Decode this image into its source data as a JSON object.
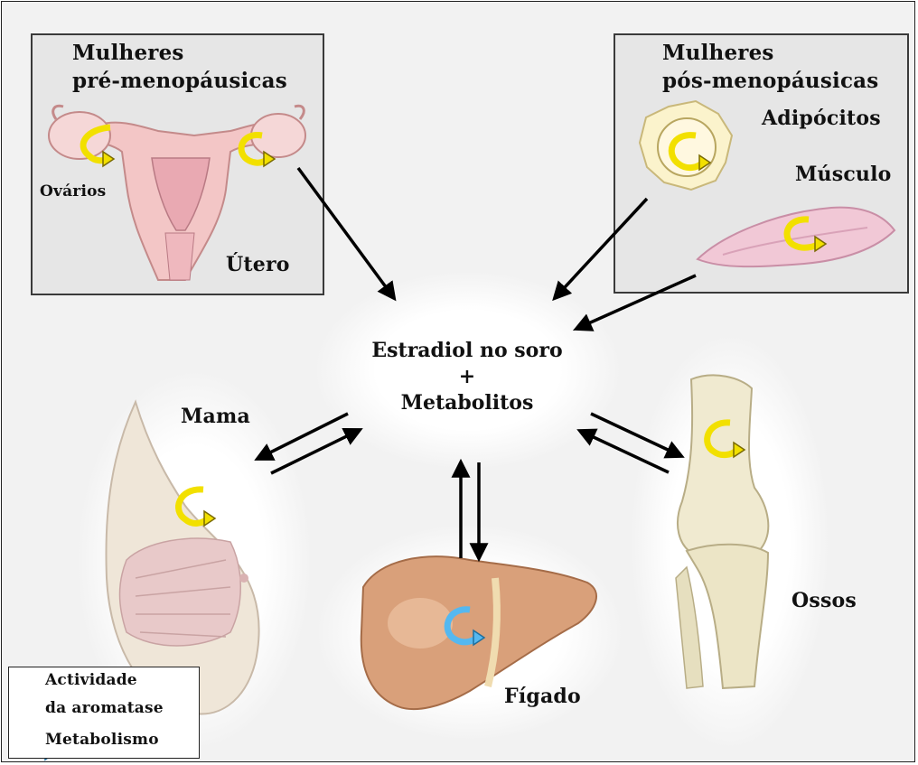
{
  "panels": {
    "pre": {
      "title_line1": "Mulheres",
      "title_line2": "pré-menopáusicas",
      "ovarios": "Ovários",
      "utero": "Útero"
    },
    "post": {
      "title_line1": "Mulheres",
      "title_line2": "pós-menopáusicas",
      "adipocitos": "Adipócitos",
      "musculo": "Músculo"
    }
  },
  "center": {
    "line1": "Estradiol no soro",
    "plus": "+",
    "line2": "Metabolitos"
  },
  "organs": {
    "mama": "Mama",
    "figado": "Fígado",
    "ossos": "Ossos"
  },
  "legend": {
    "aromatase_line1": "Actividade",
    "aromatase_line2": "da aromatase",
    "metabolismo": "Metabolismo"
  },
  "colors": {
    "aromatase_arrow": "#f2e000",
    "metabolism_arrow": "#55b8f0",
    "panel_bg": "#e6e6e6",
    "liver": "#d9a07a",
    "bone": "#f0ead0",
    "uterus": "#f3c6c6"
  }
}
